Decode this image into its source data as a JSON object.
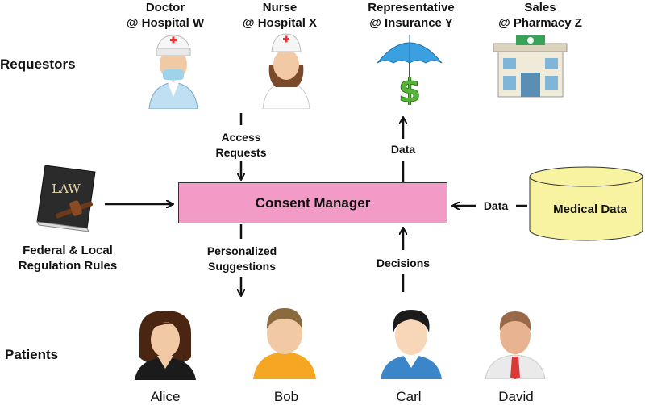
{
  "requestors_title": "Requestors",
  "patients_title": "Patients",
  "requestors": [
    {
      "line1": "Doctor",
      "line2": "@ Hospital W"
    },
    {
      "line1": "Nurse",
      "line2": "@ Hospital X"
    },
    {
      "line1": "Representative",
      "line2": "@ Insurance Y"
    },
    {
      "line1": "Sales",
      "line2": "@ Pharmacy Z"
    }
  ],
  "consent_manager": "Consent Manager",
  "medical_data": "Medical Data",
  "regulation": {
    "line1": "Federal & Local",
    "line2": "Regulation Rules",
    "book_text": "LAW"
  },
  "edges": {
    "access_requests": {
      "line1": "Access",
      "line2": "Requests"
    },
    "data_up": "Data",
    "data_left": "Data",
    "personalized": {
      "line1": "Personalized",
      "line2": "Suggestions"
    },
    "decisions": "Decisions"
  },
  "patients": [
    "Alice",
    "Bob",
    "Carl",
    "David"
  ],
  "colors": {
    "consent_box": "#f29bc6",
    "medical_cylinder": "#f7f3a0",
    "arrow": "#111111"
  }
}
